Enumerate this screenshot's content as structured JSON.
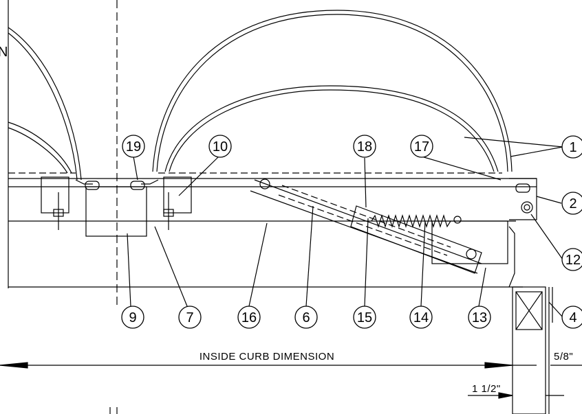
{
  "callouts": [
    "1",
    "2",
    "4",
    "6",
    "7",
    "9",
    "10",
    "12",
    "13",
    "14",
    "15",
    "16",
    "17",
    "18",
    "19"
  ],
  "dimensions": {
    "inside_curb": "INSIDE CURB DIMENSION",
    "five_eighths": "5/8\"",
    "one_half": "1 1/2\""
  },
  "edge_letter": "N"
}
